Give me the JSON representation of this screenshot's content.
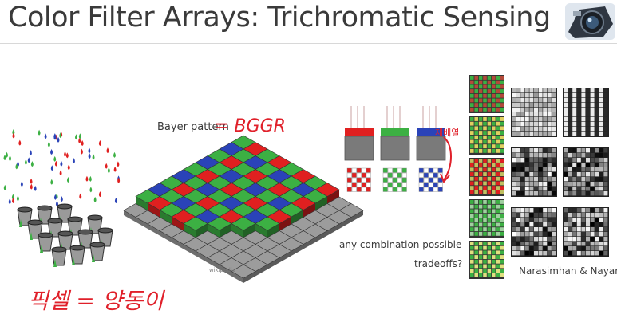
{
  "slide": {
    "title": "Color Filter Arrays: Trichromatic Sensing",
    "bayer_label": "Bayer pattern",
    "wiki_credit": "wikipedia",
    "combination_text": "any combination possible",
    "tradeoffs_text": "tradeoffs?",
    "author_credit": "Narasimhan & Nayar"
  },
  "annotations": {
    "bggr": "= BGGR",
    "pixel_bucket": "픽셀 = 양동이",
    "arrow_label": "재배열"
  },
  "colors": {
    "red": "#e02020",
    "green": "#3cb043",
    "blue": "#2a43b8",
    "gray": "#8a8a8a",
    "ink": "#e0202a",
    "text": "#3a3a3a"
  }
}
